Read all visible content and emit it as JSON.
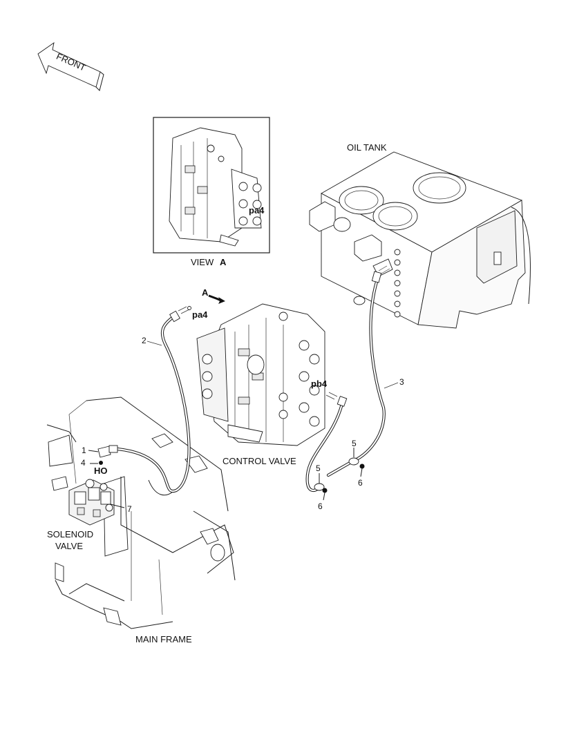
{
  "direction": {
    "front_label": "FRONT",
    "icon": "front-arrow-icon"
  },
  "view_box": {
    "title": "VIEW",
    "title_letter": "A",
    "port_label": "pa4"
  },
  "components": {
    "oil_tank": "OIL TANK",
    "control_valve": "CONTROL VALVE",
    "solenoid_valve_line1": "SOLENOID",
    "solenoid_valve_line2": "VALVE",
    "main_frame": "MAIN FRAME"
  },
  "view_arrow": {
    "letter": "A",
    "icon": "view-arrow-icon"
  },
  "ports": {
    "pa4": "pa4",
    "pb4": "pb4",
    "ho": "HO"
  },
  "callouts": {
    "c1": "1",
    "c2": "2",
    "c3": "3",
    "c4": "4",
    "c5a": "5",
    "c5b": "5",
    "c6a": "6",
    "c6b": "6",
    "c7": "7"
  }
}
